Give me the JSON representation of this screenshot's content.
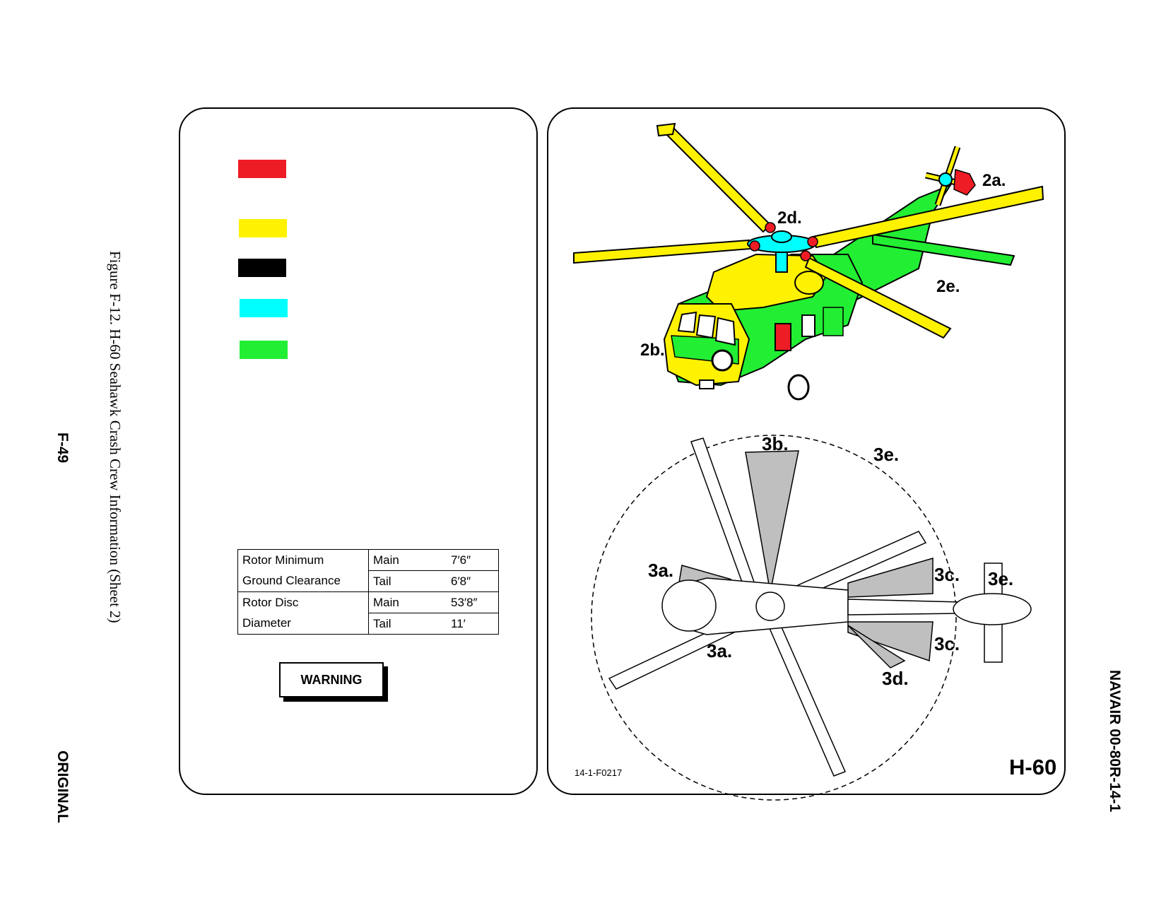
{
  "page": {
    "page_number": "F-49",
    "status": "ORIGINAL",
    "figure_caption": "Figure F-12.  H-60 Seahawk Crash Crew Information (Sheet 2)",
    "doc_id": "NAVAIR 00-80R-14-1"
  },
  "legend": {
    "swatches": [
      {
        "color": "#EE1C25"
      },
      {
        "color": "#FFF200"
      },
      {
        "color": "#000000"
      },
      {
        "color": "#00FFFF"
      },
      {
        "color": "#22EE33"
      }
    ]
  },
  "specs": {
    "rows": [
      {
        "label": "Rotor Minimum",
        "rotor": "Main",
        "value": "7′6″"
      },
      {
        "label": "Ground Clearance",
        "rotor": "Tail",
        "value": "6′8″"
      },
      {
        "label": "Rotor Disc",
        "rotor": "Main",
        "value": "53′8″"
      },
      {
        "label": "Diameter",
        "rotor": "Tail",
        "value": "11′"
      }
    ]
  },
  "warning": {
    "label": "WARNING"
  },
  "figure": {
    "callouts": {
      "c2a": "2a.",
      "c2b": "2b.",
      "c2d": "2d.",
      "c2e": "2e.",
      "c3a_top": "3a.",
      "c3a_bottom": "3a.",
      "c3b": "3b.",
      "c3c_top": "3c.",
      "c3c_bottom": "3c.",
      "c3d": "3d.",
      "c3e_top": "3e.",
      "c3e_right": "3e."
    },
    "figure_id": "14-1-F0217",
    "aircraft": "H-60"
  }
}
